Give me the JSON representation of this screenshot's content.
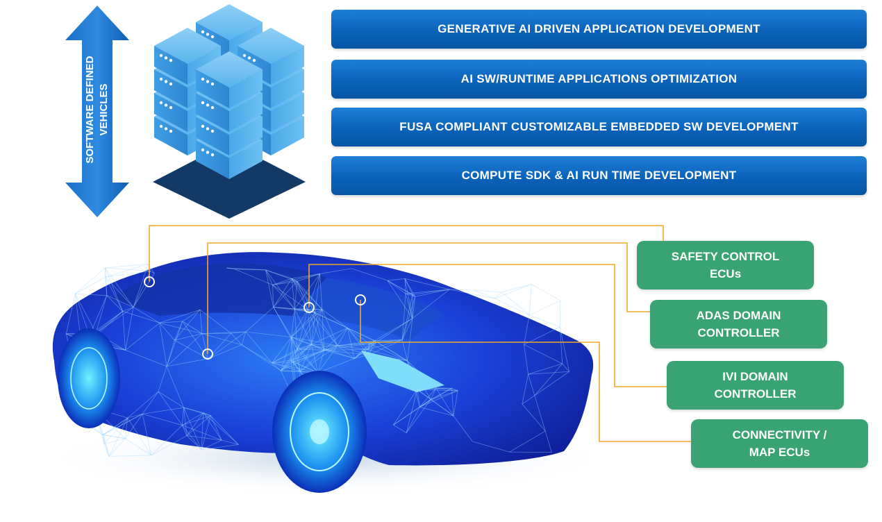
{
  "side_label": "SOFTWARE DEFINED\nVEHICLES",
  "capability_bars": [
    {
      "label": "GENERATIVE AI DRIVEN APPLICATION DEVELOPMENT"
    },
    {
      "label": "AI SW/RUNTIME APPLICATIONS OPTIMIZATION"
    },
    {
      "label": "FUSA COMPLIANT CUSTOMIZABLE EMBEDDED SW DEVELOPMENT"
    },
    {
      "label": "COMPUTE SDK & AI RUN TIME DEVELOPMENT"
    }
  ],
  "ecus": [
    {
      "label": "SAFETY CONTROL\nECUs"
    },
    {
      "label": "ADAS DOMAIN\nCONTROLLER"
    },
    {
      "label": "IVI DOMAIN\nCONTROLLER"
    },
    {
      "label": "CONNECTIVITY /\nMAP ECUs"
    }
  ],
  "colors": {
    "bar_blue": "#0b62b9",
    "ecu_green": "#3aa373",
    "connector_orange": "#f0a928",
    "car_blue": "#1d3fd0"
  },
  "icons": [
    "double-arrow-icon",
    "server-stack-icon",
    "wireframe-car-illustration"
  ]
}
